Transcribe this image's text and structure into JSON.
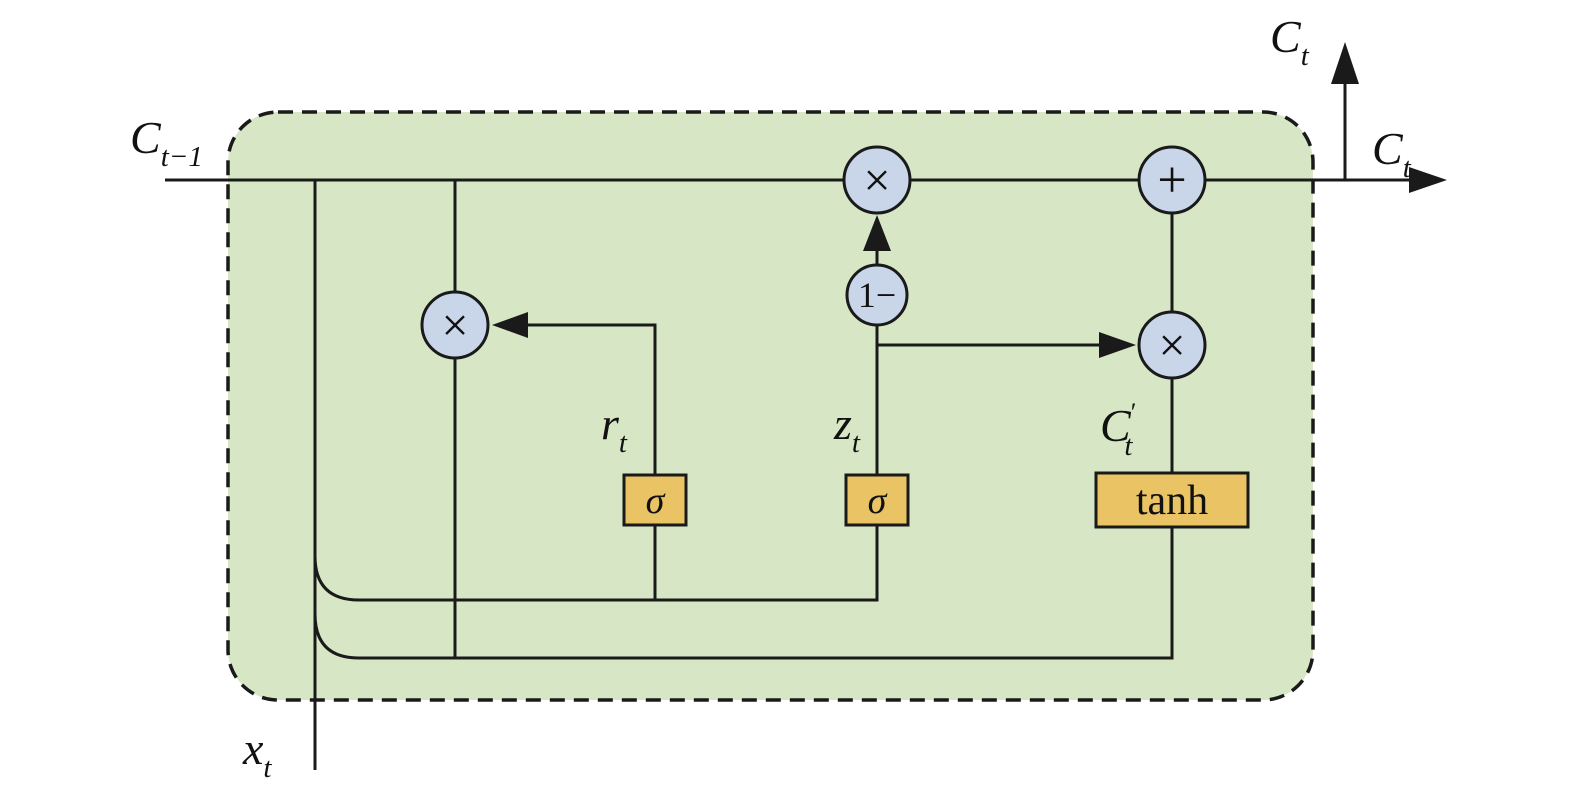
{
  "diagram": {
    "name": "GRU cell diagram",
    "colors": {
      "background": "#ffffff",
      "cell_fill": "#d7e7c6",
      "cell_border": "#1a1a1a",
      "node_fill": "#c9d6ea",
      "gate_fill": "#eac464",
      "line": "#1a1a1a"
    },
    "labels": {
      "cell_state_in": {
        "base": "C",
        "sub": "t−1"
      },
      "cell_state_out_top": {
        "base": "C",
        "sub": "t"
      },
      "cell_state_out_right": {
        "base": "C",
        "sub": "t"
      },
      "input": {
        "base": "x",
        "sub": "t"
      },
      "reset_gate": {
        "base": "r",
        "sub": "t"
      },
      "update_gate": {
        "base": "z",
        "sub": "t"
      },
      "candidate": {
        "base": "C",
        "prime": "′",
        "sub": "t"
      }
    },
    "operators": {
      "multiply_state": "×",
      "add": "+",
      "one_minus": "1−",
      "multiply_reset": "×",
      "multiply_candidate": "×"
    },
    "activations": {
      "sigma_reset": "σ",
      "sigma_update": "σ",
      "tanh": "tanh"
    }
  }
}
